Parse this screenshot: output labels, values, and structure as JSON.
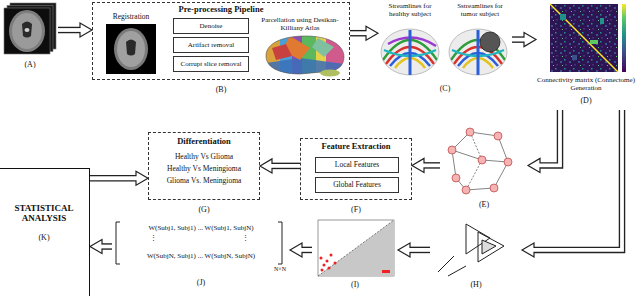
{
  "diagram": {
    "nodes": [
      {
        "text": [
          "(A)"
        ]
      },
      {
        "text": [
          "Pre-processing Pipeline",
          "(B)"
        ]
      },
      {
        "text": [
          "Denoise"
        ],
        "in": 1
      },
      {
        "text": [
          "Artifact removal"
        ],
        "in": 1
      },
      {
        "text": [
          "Corrupt slice removal"
        ],
        "in": 1
      },
      {
        "text": [
          "Streamlines for healthy subject",
          "Sstreamlines for tumor subject",
          "(C)"
        ]
      },
      {
        "text": [
          "Connectivity matrix (Connectome) Generation",
          "(D)"
        ]
      },
      {
        "text": [
          "Differentiation",
          "Healthy Vs Glioma",
          "Healthy Vs Meningioma",
          "Glioma Vs. Meningioma",
          "(G)"
        ]
      },
      {
        "text": [
          "Feature Extraction",
          "(F)"
        ]
      },
      {
        "text": [
          "Local Features"
        ],
        "in": 8
      },
      {
        "text": [
          "Global Features"
        ],
        "in": 8
      },
      {
        "text": [
          "(E)"
        ]
      },
      {
        "text": [
          "STATISTICAL ANALYSIS",
          "(K)"
        ]
      },
      {
        "text": [
          "W(Subj1, Subj1) ... W(Subj1, SubjN)",
          "⋮",
          "⋮",
          "W(SubjN, Subj1) ... W(SubjN, SubjN)",
          "N×N",
          "(J)"
        ]
      },
      {
        "text": [
          "(I)"
        ]
      },
      {
        "text": [
          "(H)"
        ]
      }
    ],
    "edges": [
      {
        "from": 0,
        "to": 1,
        "arrow": "to"
      },
      {
        "from": 1,
        "to": 5,
        "arrow": "to"
      },
      {
        "from": 5,
        "to": 6,
        "arrow": "to"
      },
      {
        "from": 6,
        "to": 11,
        "arrow": "to"
      },
      {
        "from": 11,
        "to": 8,
        "arrow": "to"
      },
      {
        "from": 8,
        "to": 7,
        "arrow": "to"
      },
      {
        "from": 6,
        "to": 15,
        "arrow": "to"
      },
      {
        "from": 15,
        "to": 14,
        "arrow": "to"
      },
      {
        "from": 14,
        "to": 13,
        "arrow": "to"
      },
      {
        "from": 13,
        "to": 12,
        "arrow": "to"
      },
      {
        "from": 12,
        "to": 7,
        "arrow": "to"
      }
    ],
    "labels": [
      "Registration",
      "Parcellation using Desikan-Killiany Atlas"
    ]
  }
}
